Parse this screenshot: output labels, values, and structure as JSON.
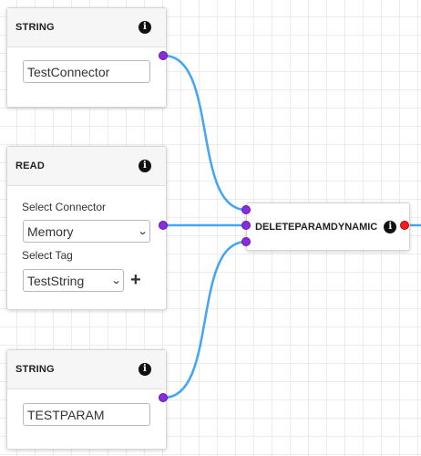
{
  "nodes": {
    "string_connector": {
      "title": "STRING",
      "value": "TestConnector"
    },
    "read": {
      "title": "READ",
      "connector_label": "Select Connector",
      "connector_value": "Memory",
      "tag_label": "Select Tag",
      "tag_value": "TestString",
      "add_symbol": "+"
    },
    "delete_param": {
      "title": "DELETEPARAMDYNAMIC"
    },
    "string_param": {
      "title": "STRING",
      "value": "TESTPARAM"
    }
  },
  "icons": {
    "info": "i",
    "chevron": "⌄"
  },
  "colors": {
    "wire": "#42a5f5",
    "input_port": "#8a2be2",
    "output_port": "#ff1a1a"
  }
}
